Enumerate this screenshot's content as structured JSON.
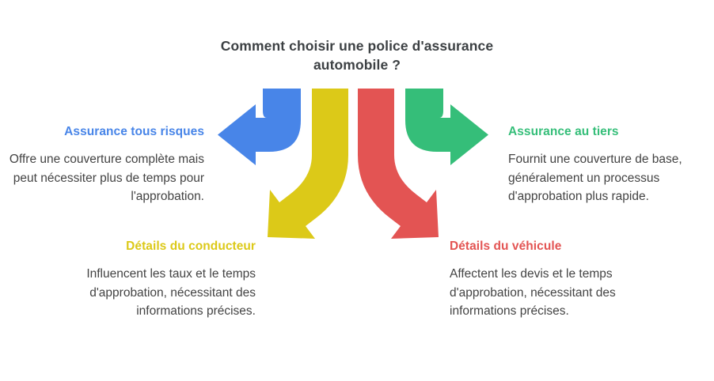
{
  "title": "Comment choisir une police d'assurance automobile ?",
  "colors": {
    "blue": "#4885e8",
    "yellow": "#dcc918",
    "red": "#e35453",
    "green": "#35be79",
    "title_text": "#3c4043",
    "body_text": "#434343",
    "background": "#ffffff"
  },
  "branches": {
    "full_coverage": {
      "heading": "Assurance tous risques",
      "body": "Offre une couverture complète mais peut nécessiter plus de temps pour l'approbation.",
      "color": "#4885e8",
      "arrow": "curved-arrow-left"
    },
    "driver_details": {
      "heading": "Détails du conducteur",
      "body": "Influencent les taux et le temps d'approbation, nécessitant des informations précises.",
      "color": "#dcc918",
      "arrow": "curved-arrow-down-left"
    },
    "vehicle_details": {
      "heading": "Détails du véhicule",
      "body": "Affectent les devis et le temps d'approbation, nécessitant des informations précises.",
      "color": "#e35453",
      "arrow": "curved-arrow-down-right"
    },
    "third_party": {
      "heading": "Assurance au tiers",
      "body": "Fournit une couverture de base, généralement un processus d'approbation plus rapide.",
      "color": "#35be79",
      "arrow": "curved-arrow-right"
    }
  }
}
